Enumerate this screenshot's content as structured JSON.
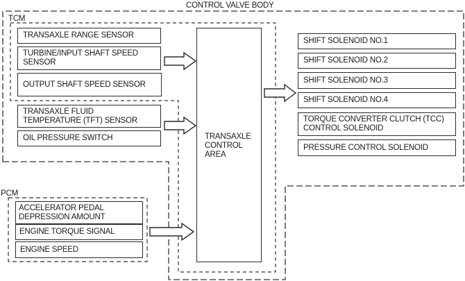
{
  "labels": {
    "control_valve_body": "CONTROL VALVE BODY",
    "tcm": "TCM",
    "pcm": "PCM",
    "center": "TRANSAXLE\nCONTROL\nAREA"
  },
  "tcm_inputs_group1": [
    "TRANSAXLE RANGE SENSOR",
    "TURBINE/INPUT SHAFT SPEED SENSOR",
    "OUTPUT SHAFT SPEED SENSOR"
  ],
  "tcm_inputs_group2": [
    "TRANSAXLE FLUID TEMPERATURE (TFT) SENSOR",
    "OIL PRESSURE SWITCH"
  ],
  "pcm_inputs": [
    "ACCELERATOR PEDAL DEPRESSION AMOUNT",
    "ENGINE TORQUE SIGNAL",
    "ENGINE SPEED"
  ],
  "outputs": [
    "SHIFT SOLENOID NO.1",
    "SHIFT SOLENOID NO.2",
    "SHIFT SOLENOID NO.3",
    "SHIFT SOLENOID NO.4",
    "TORQUE CONVERTER CLUTCH (TCC) CONTROL SOLENOID",
    "PRESSURE CONTROL SOLENOID"
  ],
  "display": {
    "tft_line1": "TRANSAXLE FLUID",
    "tft_line2": "TEMPERATURE (TFT) SENSOR",
    "turbine_line1": "TURBINE/INPUT SHAFT SPEED",
    "turbine_line2": "SENSOR",
    "accel_line1": "ACCELERATOR PEDAL",
    "accel_line2": "DEPRESSION AMOUNT",
    "tcc_line1": "TORQUE CONVERTER CLUTCH (TCC)",
    "tcc_line2": "CONTROL SOLENOID"
  }
}
